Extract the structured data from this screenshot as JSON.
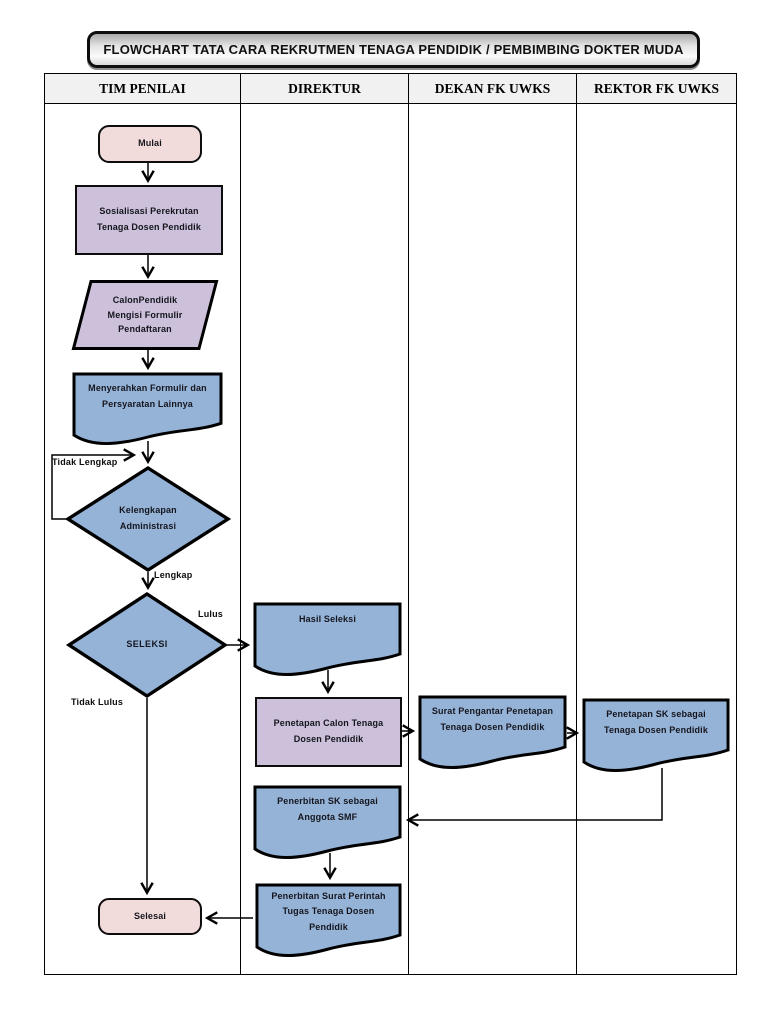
{
  "title": "FLOWCHART TATA CARA REKRUTMEN TENAGA PENDIDIK / PEMBIMBING DOKTER MUDA",
  "lanes": [
    "TIM PENILAI",
    "DIREKTUR",
    "DEKAN FK UWKS",
    "REKTOR FK UWKS"
  ],
  "nodes": {
    "mulai": "Mulai",
    "sosialisasi": "Sosialisasi Perekrutan Tenaga Dosen Pendidik",
    "calon_pendidik": "CalonPendidik Mengisi Formulir Pendaftaran",
    "menyerahkan": "Menyerahkan Formulir dan Persyaratan Lainnya",
    "kelengkapan": "Kelengkapan Administrasi",
    "seleksi": "SELEKSI",
    "hasil_seleksi": "Hasil Seleksi",
    "penetapan_calon": "Penetapan Calon Tenaga Dosen Pendidik",
    "surat_pengantar": "Surat Pengantar Penetapan Tenaga Dosen Pendidik",
    "penetapan_sk": "Penetapan SK sebagai Tenaga Dosen Pendidik",
    "penerbitan_sk": "Penerbitan SK sebagai Anggota SMF",
    "penerbitan_surat": "Penerbitan Surat Perintah Tugas Tenaga Dosen Pendidik",
    "selesai": "Selesai"
  },
  "edge_labels": {
    "tidak_lengkap": "Tidak Lengkap",
    "lengkap": "Lengkap",
    "lulus": "Lulus",
    "tidak_lulus": "Tidak Lulus"
  },
  "colors": {
    "pink": "#f2dcdb",
    "purple": "#ccc0da",
    "blue": "#95b3d7",
    "line": "#000000",
    "header-bg": "#f1f1f1",
    "text": "#15151d"
  }
}
